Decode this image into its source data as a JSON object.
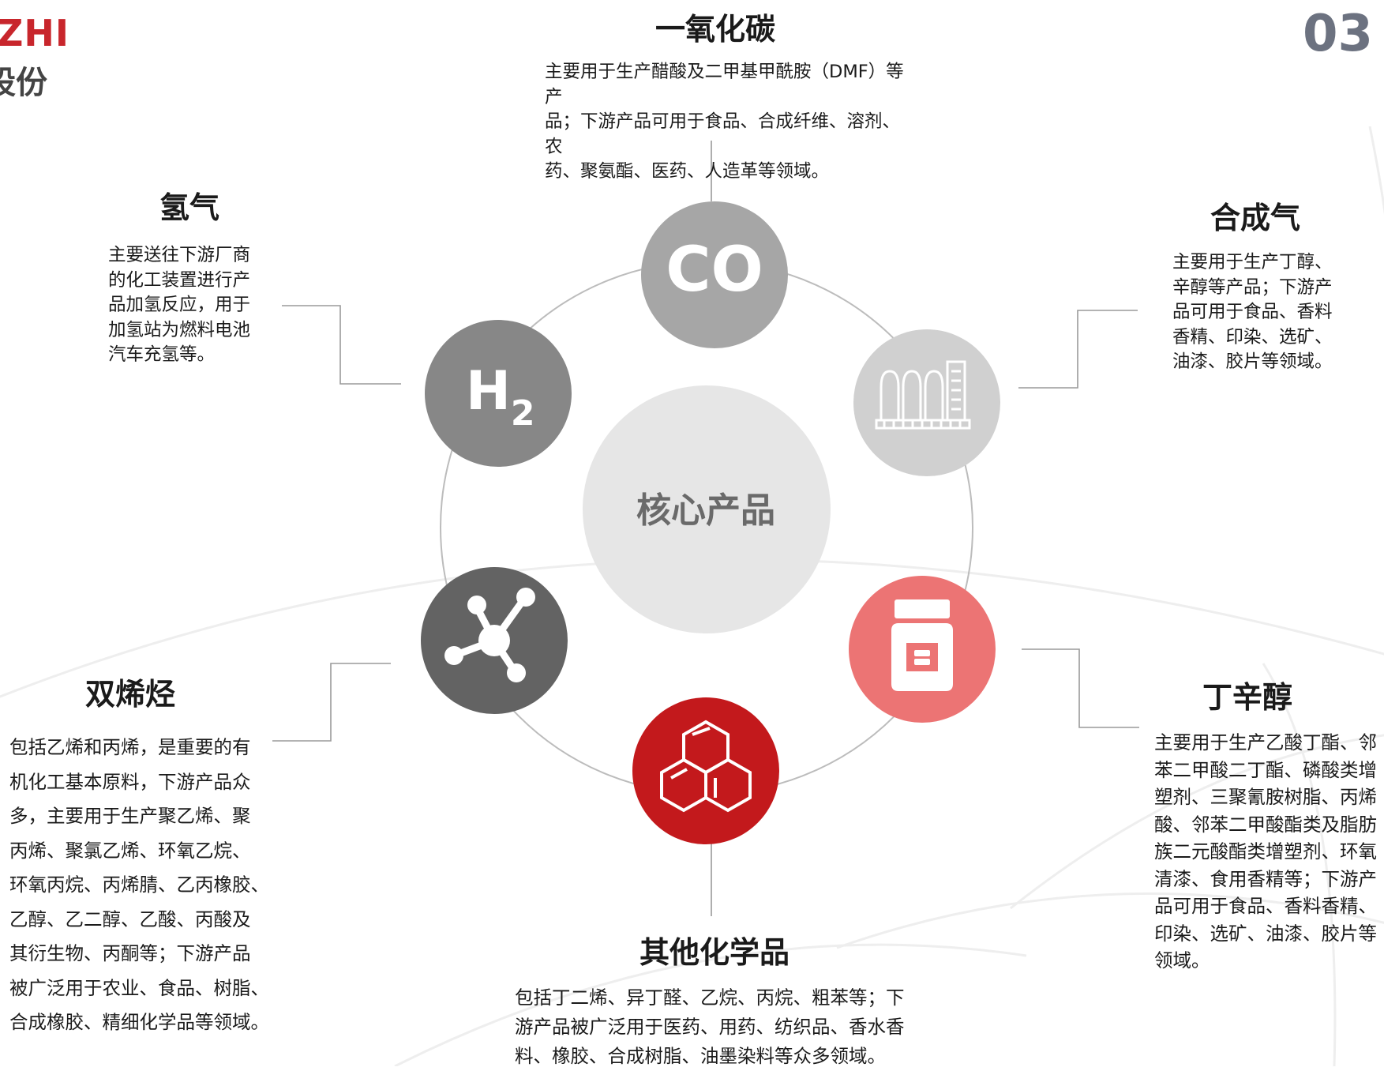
{
  "header": {
    "logo_latin": "ZHI",
    "logo_chinese": "股份",
    "section_number": "03 "
  },
  "hub": {
    "label": "核心产品",
    "icons": {
      "co": {
        "name": "co-text-icon",
        "text": "CO",
        "color": "#a6a6a6"
      },
      "hydrogen": {
        "name": "hydrogen-h2-icon",
        "text": "H",
        "sub": "2",
        "color": "#878787"
      },
      "syngas": {
        "name": "factory-icon",
        "color": "#d0d0d0"
      },
      "olefins": {
        "name": "molecule-icon",
        "color": "#636363"
      },
      "octanol": {
        "name": "bottle-icon",
        "color": "#ec7474"
      },
      "others": {
        "name": "hexagon-rings-icon",
        "color": "#c3191c"
      }
    }
  },
  "products": {
    "co": {
      "title": "一氧化碳",
      "desc_lines": [
        "主要用于生产醋酸及二甲基甲酰胺（DMF）等产",
        "品；下游产品可用于食品、合成纤维、溶剂、农",
        "药、聚氨酯、医药、人造革等领域。"
      ]
    },
    "hydrogen": {
      "title": "氢气",
      "desc_lines": [
        "主要送往下游厂商",
        "的化工装置进行产",
        "品加氢反应，用于",
        "加氢站为燃料电池",
        "汽车充氢等。"
      ]
    },
    "syngas": {
      "title": "合成气",
      "desc_lines": [
        "主要用于生产丁醇、",
        "辛醇等产品；下游产",
        "品可用于食品、香料",
        "香精、印染、选矿、",
        "油漆、胶片等领域。"
      ]
    },
    "olefins": {
      "title": "双烯烃",
      "desc_lines": [
        "包括乙烯和丙烯，是重要的有",
        "机化工基本原料，下游产品众",
        "多，主要用于生产聚乙烯、聚",
        "丙烯、聚氯乙烯、环氧乙烷、",
        "环氧丙烷、丙烯腈、乙丙橡胶、",
        "乙醇、乙二醇、乙酸、丙酸及",
        "其衍生物、丙酮等；下游产品",
        "被广泛用于农业、食品、树脂、",
        "合成橡胶、精细化学品等领域。"
      ]
    },
    "octanol": {
      "title": "丁辛醇",
      "desc_lines": [
        "主要用于生产乙酸丁酯、邻",
        "苯二甲酸二丁酯、磷酸类增",
        "塑剂、三聚氰胺树脂、丙烯",
        "酸、邻苯二甲酸酯类及脂肪",
        "族二元酸酯类增塑剂、环氧",
        "清漆、食用香精等；下游产",
        "品可用于食品、香料香精、",
        "印染、选矿、油漆、胶片等",
        "领域。"
      ]
    },
    "others": {
      "title": "其他化学品",
      "desc_lines": [
        "包括丁二烯、异丁醛、乙烷、丙烷、粗苯等；下",
        "游产品被广泛用于医药、用药、纺织品、香水香",
        "料、橡胶、合成树脂、油墨染料等众多领域。"
      ]
    }
  },
  "colors": {
    "ring": "#bcbcbc",
    "hub_fill": "#e6e6e6",
    "connector": "#9a9a9a",
    "logo_red": "#c8262c",
    "section_gray": "#6c7280"
  }
}
